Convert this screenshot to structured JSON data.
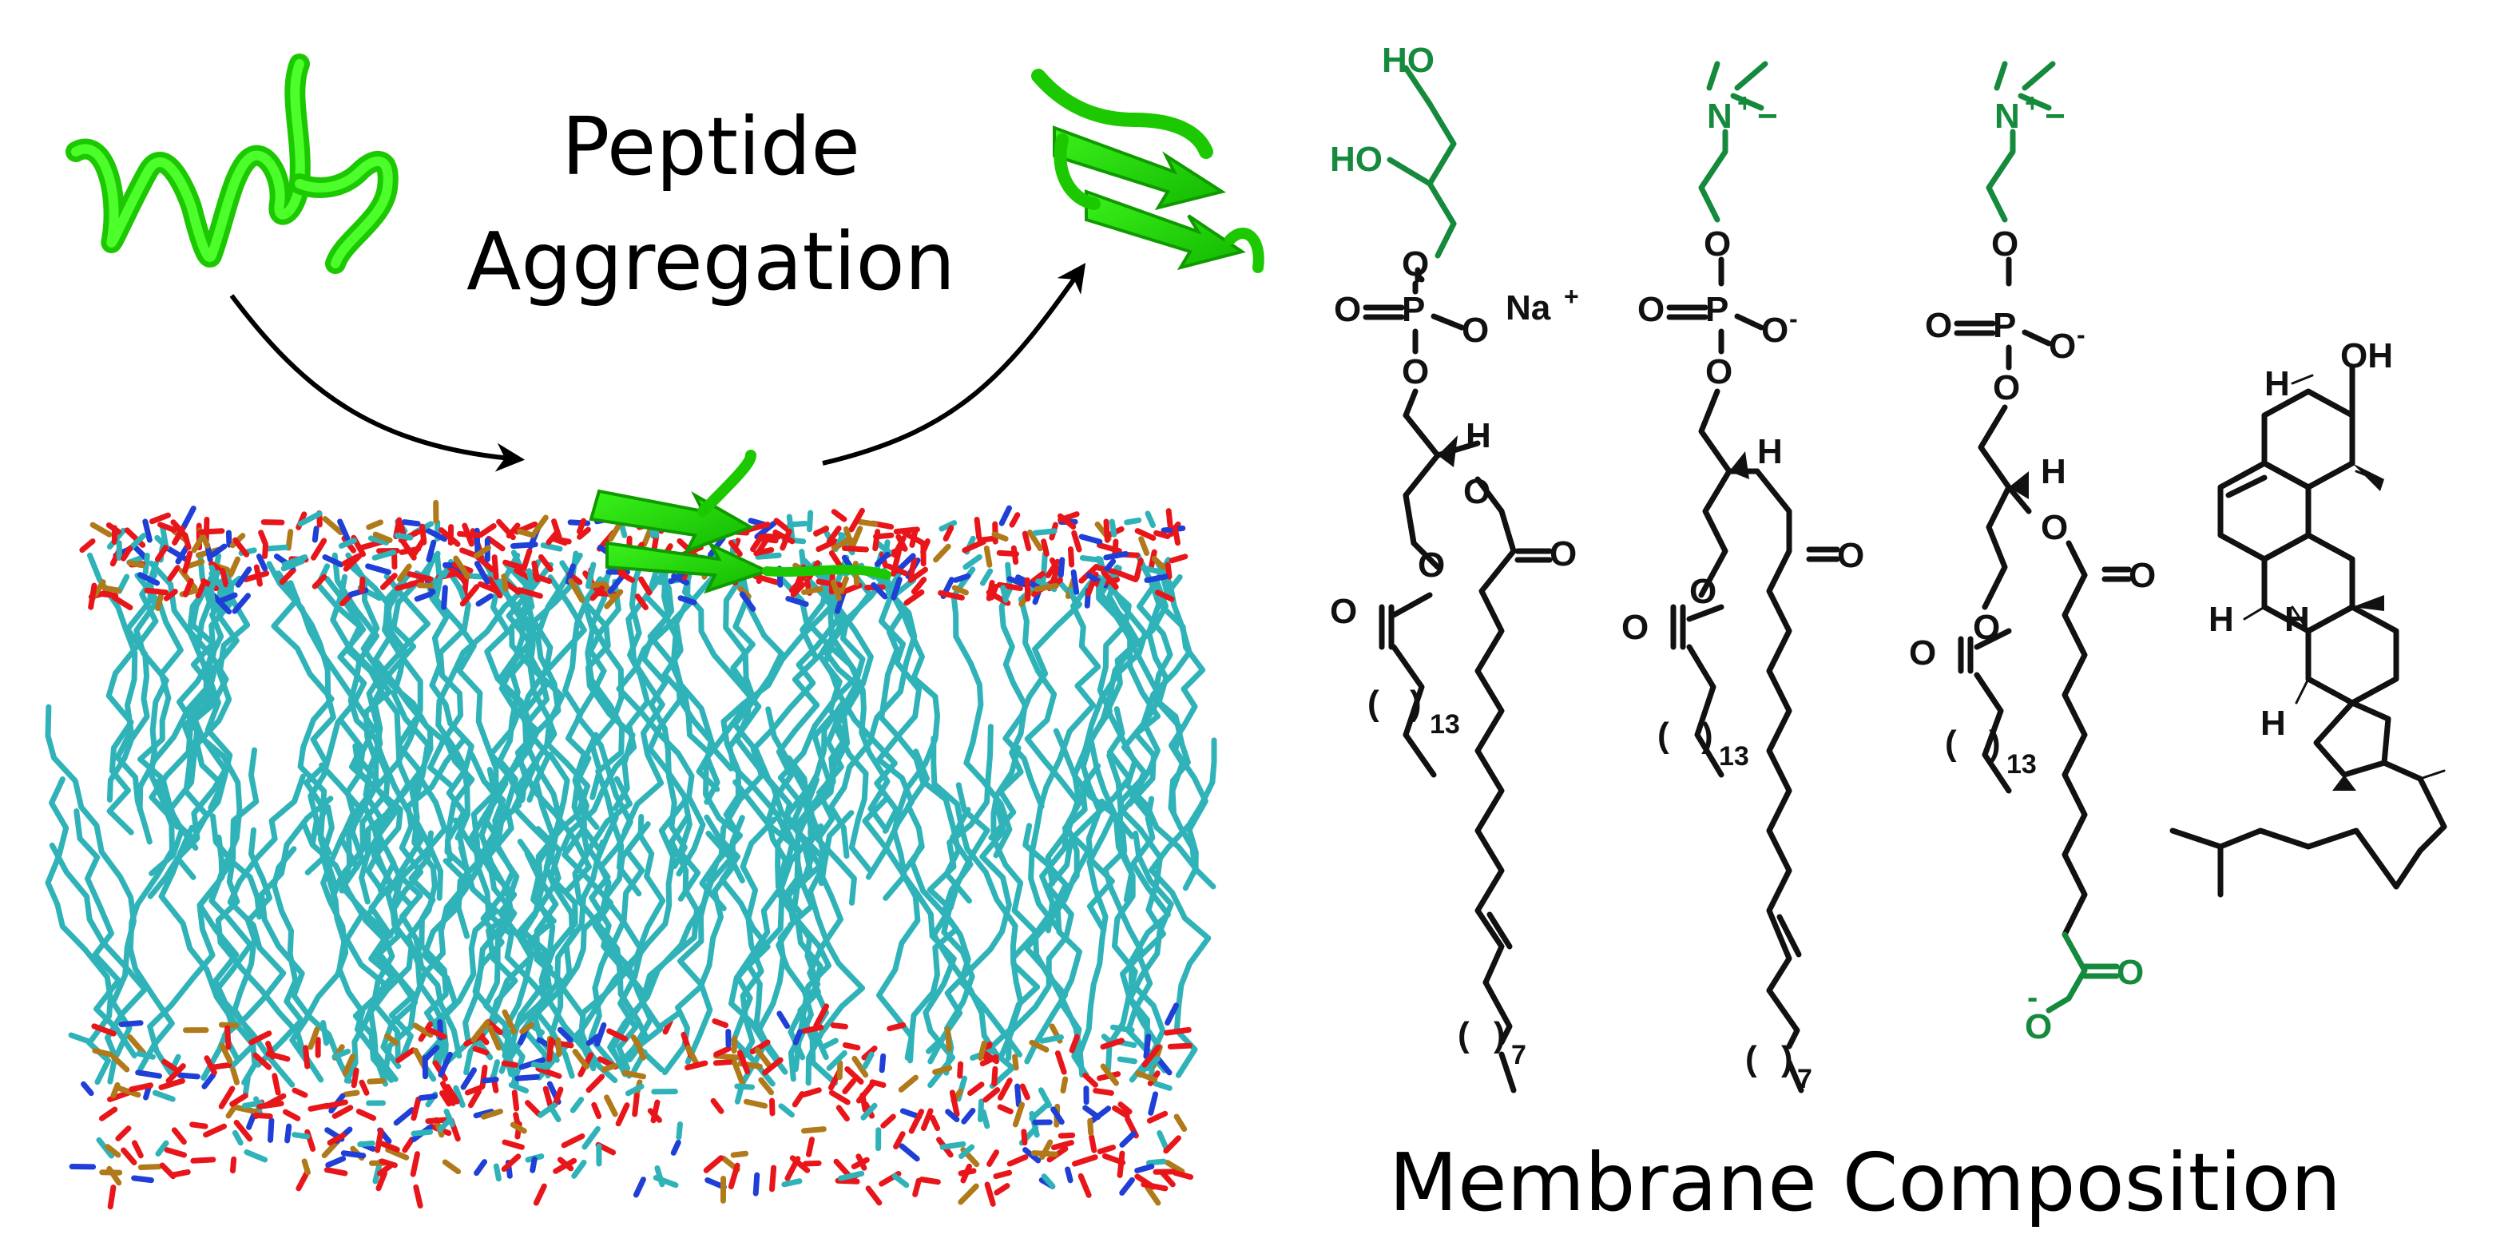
{
  "header": {
    "title_line1": "Peptide",
    "title_line2": "Aggregation",
    "footer_label": "Membrane Composition"
  },
  "colors": {
    "peptide_green": "#22e000",
    "headgroup_green": "#168a3c",
    "lipid_teal": "#2fb3b8",
    "oxygen_red": "#e8161a",
    "nitrogen_blue": "#1f3fd6",
    "phosphorus": "#b07a1a",
    "bond_black": "#111111"
  },
  "legend": {
    "hydroxyl": "HO",
    "oxygen": "O",
    "phosphorus": "P",
    "nitrogen": "N",
    "hydrogen": "H",
    "hydroxyl_right": "OH",
    "sodium": "Na",
    "plus": "+",
    "minus": "−",
    "neg": "-",
    "sub13": "13",
    "sub7": "7",
    "paren_open": "(",
    "paren_close": ")"
  },
  "icons": {
    "peptide_coil": "random-coil-icon",
    "peptide_sheet": "beta-sheet-icon",
    "bilayer": "lipid-bilayer-icon"
  }
}
